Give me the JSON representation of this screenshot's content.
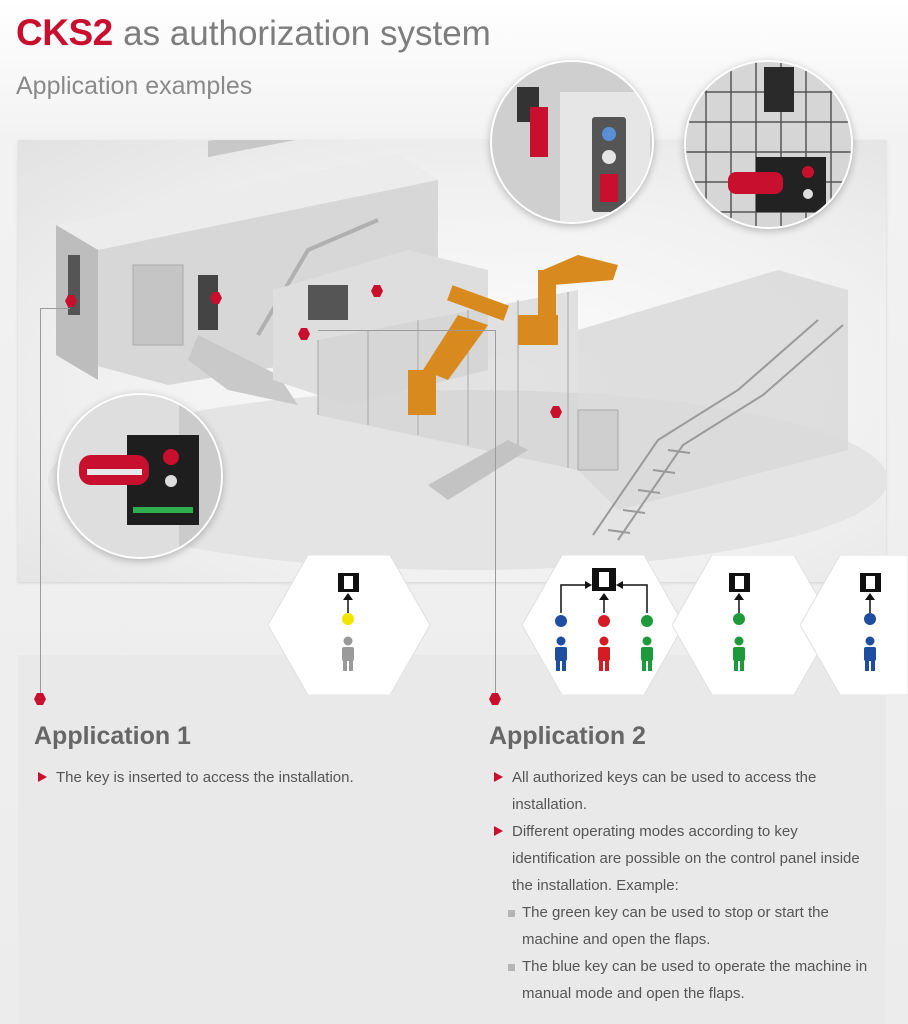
{
  "header": {
    "brand": "CKS2",
    "title_rest": "as authorization system",
    "subtitle": "Application examples"
  },
  "colors": {
    "accent_red": "#c8102e",
    "key_yellow": "#f2e600",
    "key_blue": "#1f4ea0",
    "key_red": "#d41c24",
    "key_green": "#1e9a3c",
    "user_grey": "#9a9a9a"
  },
  "icons": [
    "lock-device-icon",
    "key-icon",
    "person-icon",
    "arrow-up-icon"
  ],
  "applications": [
    {
      "heading": "Application 1",
      "bullets": [
        "The key is inserted to access the installation."
      ]
    },
    {
      "heading": "Application 2",
      "bullets": [
        "All authorized keys can be used to access the installation.",
        "Different operating modes according to key identification are possible on the control panel inside the installation. Example:"
      ],
      "subbullets": [
        "The green key can be used to stop or start the machine and open the flaps.",
        "The blue key can be used to operate the machine in manual mode and open the flaps."
      ]
    }
  ]
}
